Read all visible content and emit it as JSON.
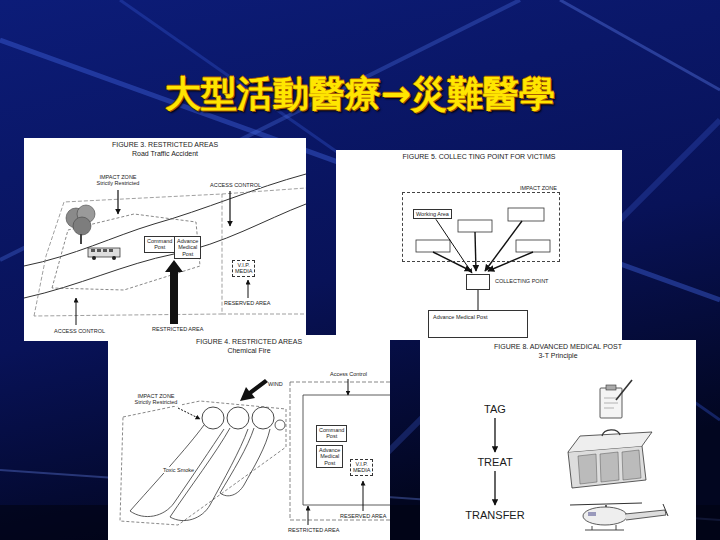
{
  "diagram": {
    "title": "大型活動醫療→災難醫學",
    "nodes": [
      {
        "text": [
          "FIGURE 3. RESTRICTED AREAS",
          "Road Traffic Accident"
        ]
      },
      {
        "text": [
          "Command Post"
        ],
        "in": 0
      },
      {
        "text": [
          "Advance Medical Post"
        ],
        "in": 0
      },
      {
        "text": [
          "V.I.P. MEDIA"
        ],
        "in": 0
      },
      {
        "text": [
          "FIGURE 5. COLLEC TING POINT FOR VICTIMS"
        ]
      },
      {
        "text": [
          "IMPACT ZONE"
        ],
        "in": 4
      },
      {
        "text": [
          "Working Area"
        ],
        "in": 5
      },
      {
        "text": [
          "COLLECTING POINT"
        ],
        "in": 4
      },
      {
        "text": [
          "Advance Medical Post"
        ],
        "in": 4
      },
      {
        "text": [
          "FIGURE 4. RESTRICTED AREAS",
          "Chemical Fire"
        ]
      },
      {
        "text": [
          "Command Post"
        ],
        "in": 9
      },
      {
        "text": [
          "Advance Medical Post"
        ],
        "in": 9
      },
      {
        "text": [
          "V.I.P. MEDIA"
        ],
        "in": 9
      },
      {
        "text": [
          "FIGURE 8. ADVANCED MEDICAL POST",
          "3-T Principle"
        ]
      },
      {
        "text": [
          "TAG"
        ],
        "in": 13
      },
      {
        "text": [
          "TREAT"
        ],
        "in": 13
      },
      {
        "text": [
          "TRANSFER"
        ],
        "in": 13
      }
    ],
    "edges": [
      {
        "from": 6,
        "to": 7,
        "arrow": "to"
      },
      {
        "from": 7,
        "to": 8,
        "arrow": "none"
      },
      {
        "from": 14,
        "to": 15,
        "arrow": "to"
      },
      {
        "from": 15,
        "to": 16,
        "arrow": "to"
      }
    ],
    "labels": [
      "IMPACT ZONE Strictly Restricted",
      "ACCESS CONTROL",
      "RESERVED AREA",
      "ACCESS CONTROL",
      "RESTRICTED AREA",
      "WIND",
      "IMPACT ZONE Strictly Restricted",
      "Access Control",
      "Toxic Smoke",
      "RESERVED AREA",
      "RESTRICTED AREA"
    ]
  }
}
